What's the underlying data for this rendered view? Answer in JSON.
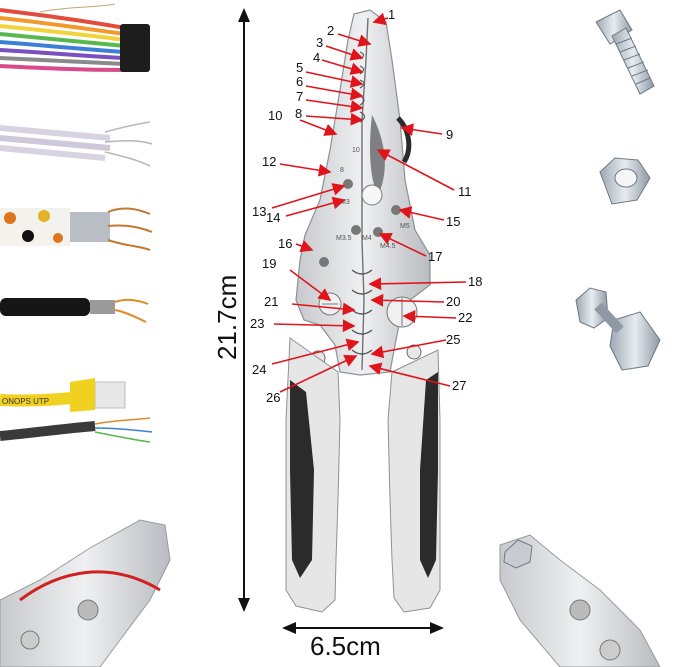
{
  "dimensions": {
    "height_label": "21.7cm",
    "width_label": "6.5cm"
  },
  "callouts": [
    "1",
    "2",
    "3",
    "4",
    "5",
    "6",
    "7",
    "8",
    "9",
    "10",
    "11",
    "12",
    "13",
    "14",
    "15",
    "16",
    "17",
    "18",
    "19",
    "20",
    "21",
    "22",
    "23",
    "24",
    "25",
    "26",
    "27"
  ],
  "tool_markings": {
    "gauge_10": "10",
    "gauge_8": "8",
    "m3": "M3",
    "m35": "M3.5",
    "m4": "M4",
    "m45": "M4.5",
    "m5": "M5"
  },
  "cable_samples": {
    "ethernet_print": "ONOPS UTP"
  },
  "colors": {
    "arrow": "#e0141b",
    "handle_grey": "#e4e4e4",
    "handle_black": "#2b2b2b",
    "steel": "#d9dadc"
  }
}
